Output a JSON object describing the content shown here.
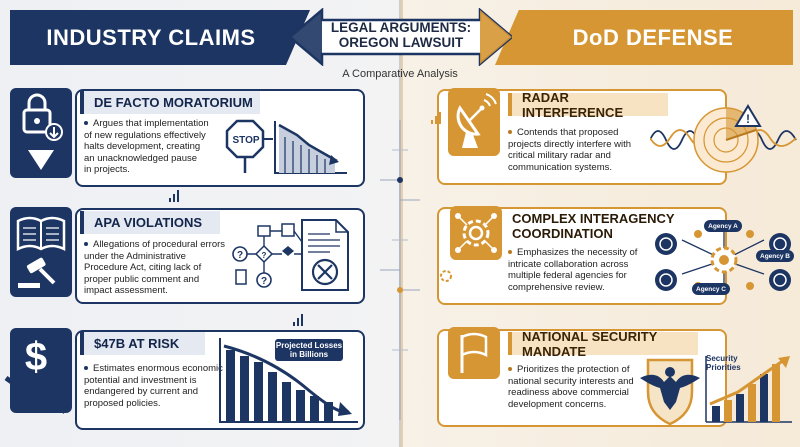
{
  "header": {
    "left_title": "INDUSTRY CLAIMS",
    "right_title": "DoD DEFENSE",
    "center_title": "LEGAL ARGUMENTS:\nOREGON LAWSUIT",
    "subtitle": "A Comparative Analysis"
  },
  "left": [
    {
      "title": "DE FACTO MORATORIUM",
      "body": "Argues that implementation\nof new regulations effectively\nhalts development, creating\nan unacknowledged pause\nin projects.",
      "icon": "lock-download-icon",
      "illus": "stop-sign-declining-chart",
      "stop_label": "STOP"
    },
    {
      "title": "APA VIOLATIONS",
      "body": "Allegations of procedural errors\nunder the Administrative\nProcedure Act, citing lack of\nproper public comment and\nimpact assessment.",
      "icon": "law-book-gavel-icon",
      "illus": "flowchart-document-rejected"
    },
    {
      "title": "$47B AT RISK",
      "body": "Estimates enormous economic\npotential and investment is\nendangered by current and\nproposed policies.",
      "icon": "dollar-down-icon",
      "illus": "declining-bar-chart",
      "chart_label": "Projected Losses\nin Billions"
    }
  ],
  "right": [
    {
      "title": "RADAR INTERFERENCE",
      "body": "Contends that proposed\nprojects directly interfere with\ncritical military radar and\ncommunication systems.",
      "icon": "satellite-dish-icon",
      "illus": "radar-waves-warning"
    },
    {
      "title": "COMPLEX INTERAGENCY\nCOORDINATION",
      "body": "Emphasizes the necessity of\nintricate collaboration across\nmultiple federal agencies for\ncomprehensive review.",
      "icon": "gear-network-icon",
      "illus": "agency-network",
      "agencies": [
        "Agency A",
        "Agency B",
        "Agency C"
      ]
    },
    {
      "title": "NATIONAL SECURITY MANDATE",
      "body": "Prioritizes the protection of\nnational security interests and\nreadiness above commercial\ndevelopment concerns.",
      "icon": "flag-icon",
      "illus": "eagle-shield-rising-chart",
      "chart_label": "Security\nPriorities"
    }
  ],
  "colors": {
    "navy": "#1d3563",
    "gold": "#d69633"
  }
}
